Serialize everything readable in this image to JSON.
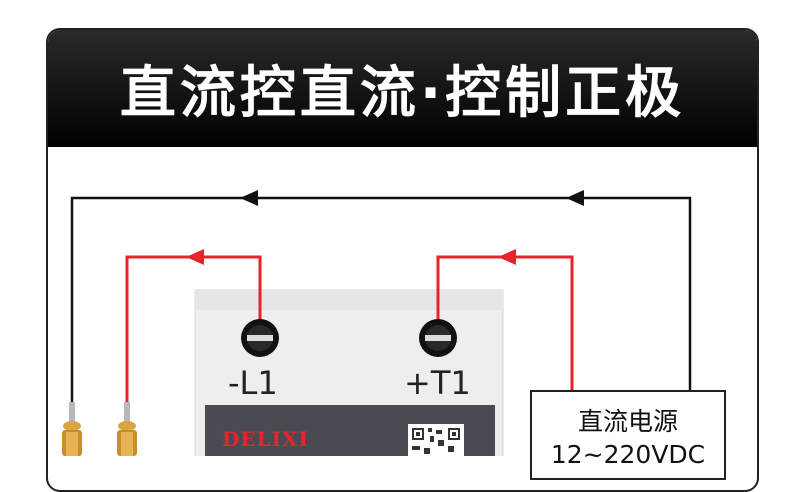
{
  "header": {
    "title": "直流控直流·控制正极"
  },
  "device": {
    "brand": "DELIXI",
    "terminals": {
      "left": "-L1",
      "right": "+T1"
    }
  },
  "power_supply": {
    "line1": "直流电源",
    "line2": "12~220VDC"
  },
  "colors": {
    "control_wire": "#e8232b",
    "supply_wire": "#111111",
    "header_bg": "#000000"
  },
  "icons": [
    "screw-terminal-icon",
    "qr-code-icon",
    "binding-post-icon",
    "arrow-icon"
  ]
}
